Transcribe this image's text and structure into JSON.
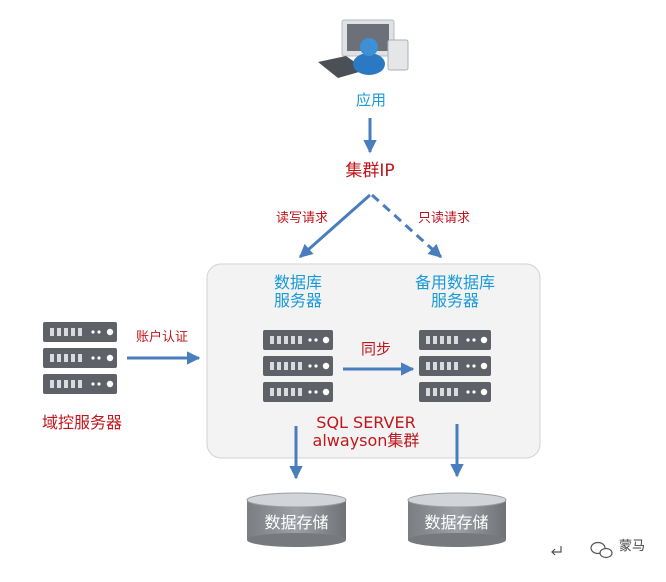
{
  "app_label": "应用",
  "cluster_ip": "集群IP",
  "read_write_request": "读写请求",
  "read_only_request": "只读请求",
  "primary_server": {
    "line1": "数据库",
    "line2": "服务器"
  },
  "standby_server": {
    "line1": "备用数据库",
    "line2": "服务器"
  },
  "account_auth": "账户认证",
  "sync": "同步",
  "domain_controller": "域控服务器",
  "cluster_name": {
    "line1": "SQL SERVER",
    "line2": "alwayson集群"
  },
  "storage_left": "数据存储",
  "storage_right": "数据存储",
  "watermark": {
    "brand": "蒙马"
  },
  "colors": {
    "arrow": "#4a7dbd",
    "blue_text": "#1a9ad6",
    "red_text": "#c0161b",
    "server": "#5e6167",
    "panel": "#f3f3f4"
  }
}
